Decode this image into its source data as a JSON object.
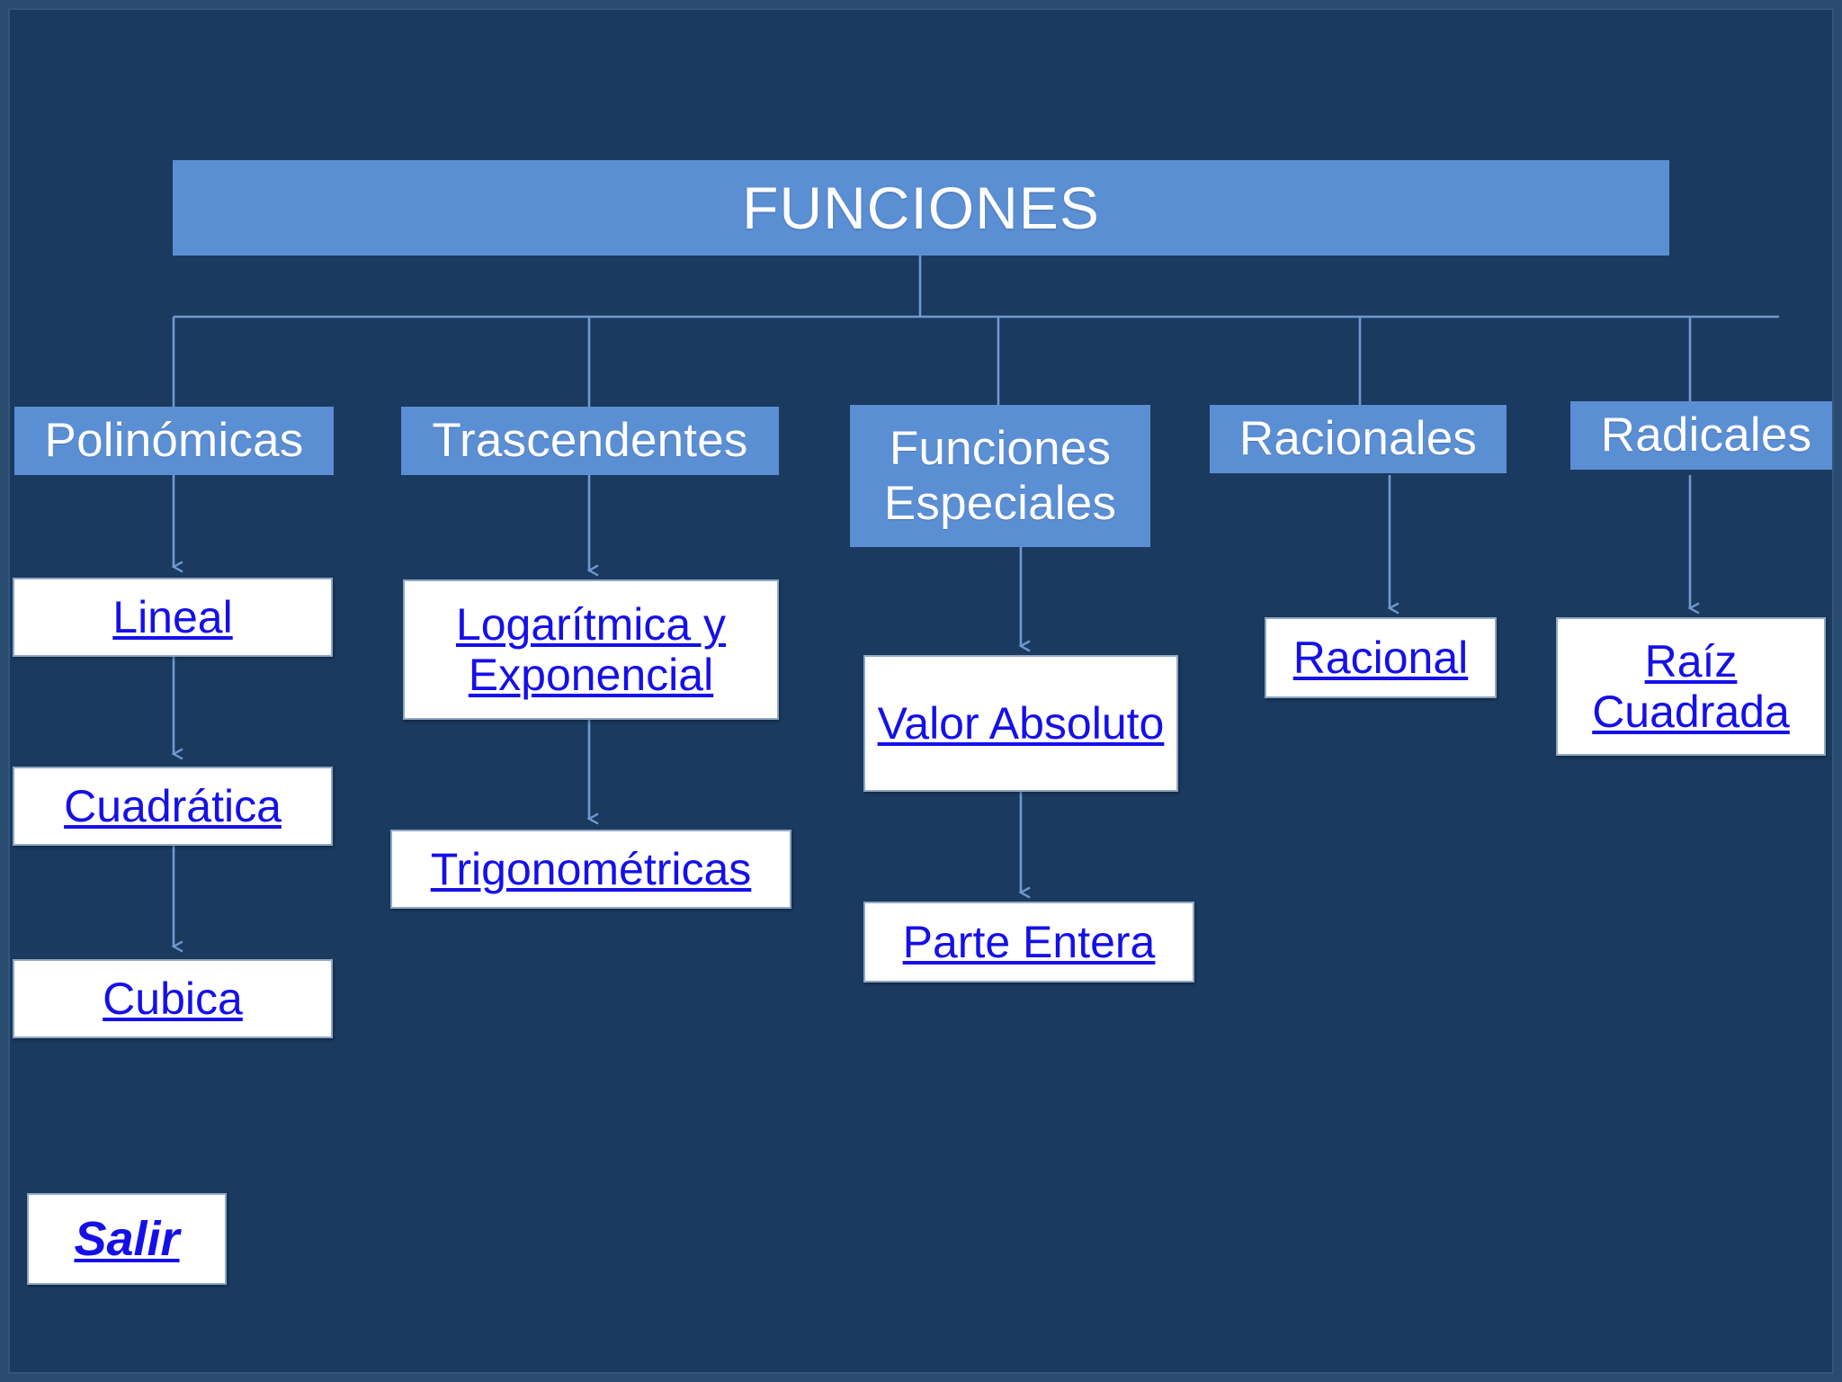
{
  "slide": {
    "title": "FUNCIONES",
    "background_color": "#1a3a5f",
    "accent_color": "#5b8fd4",
    "link_color": "#1510e8",
    "box_color": "#ffffff",
    "connector_color": "#6f9ad0"
  },
  "branches": [
    {
      "id": "polinomicas",
      "label": "Polinómicas",
      "children": [
        {
          "id": "lineal",
          "label": "Lineal"
        },
        {
          "id": "cuadratica",
          "label": "Cuadrática"
        },
        {
          "id": "cubica",
          "label": "Cubica"
        }
      ]
    },
    {
      "id": "trascendentes",
      "label": "Trascendentes",
      "children": [
        {
          "id": "logaritmica-exponencial",
          "label": "Logarítmica y Exponencial"
        },
        {
          "id": "trigonometricas",
          "label": "Trigonométricas"
        }
      ]
    },
    {
      "id": "funciones-especiales",
      "label": "Funciones Especiales",
      "children": [
        {
          "id": "valor-absoluto",
          "label": "Valor Absoluto"
        },
        {
          "id": "parte-entera",
          "label": "Parte Entera"
        }
      ]
    },
    {
      "id": "racionales",
      "label": "Racionales",
      "children": [
        {
          "id": "racional",
          "label": "Racional"
        }
      ]
    },
    {
      "id": "radicales",
      "label": "Radicales",
      "children": [
        {
          "id": "raiz-cuadrada",
          "label": "Raíz Cuadrada"
        }
      ]
    }
  ],
  "exit": {
    "id": "salir",
    "label": "Salir"
  }
}
